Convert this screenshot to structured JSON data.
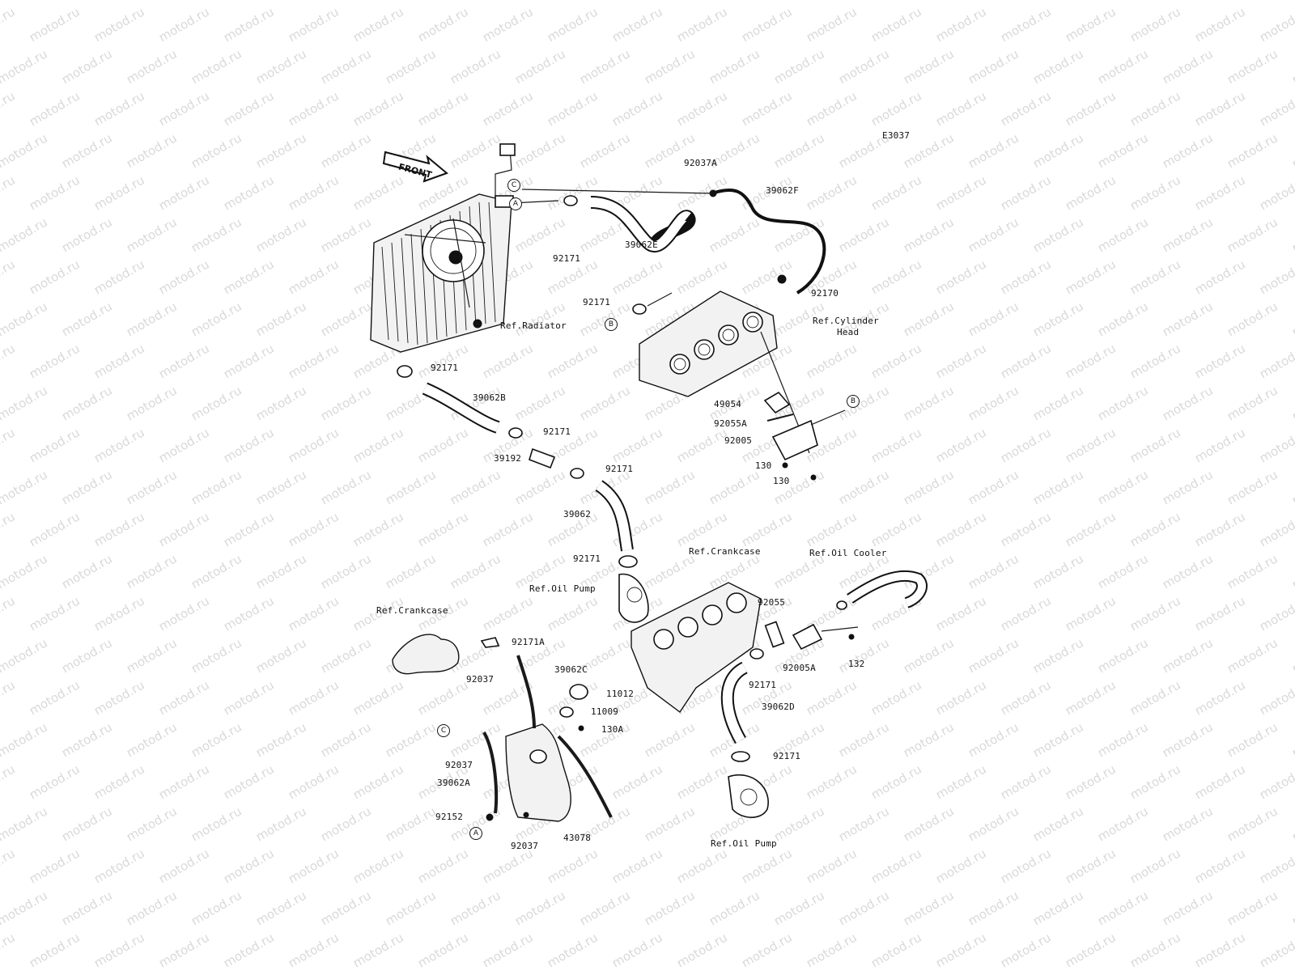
{
  "diagram_code": "E3037",
  "front_label": "FRONT",
  "watermark": "motod.ru",
  "circle_markers": {
    "a": "A",
    "b": "B",
    "c": "C"
  },
  "labels": {
    "p92037A": "92037A",
    "p39062F": "39062F",
    "p92171_top": "92171",
    "p39062E": "39062E",
    "p92171_mid": "92171",
    "p92170": "92170",
    "ref_radiator": "Ref.Radiator",
    "ref_cyl_head_1": "Ref.Cylinder",
    "ref_cyl_head_2": "Head",
    "p92171_rad": "92171",
    "p39062B": "39062B",
    "p92171_b": "92171",
    "p39192": "39192",
    "p92171_c": "92171",
    "p49054": "49054",
    "p92055A": "92055A",
    "p92005": "92005",
    "p130_1": "130",
    "p130_2": "130",
    "p39062": "39062",
    "p92171_d": "92171",
    "ref_oil_pump_top": "Ref.Oil Pump",
    "ref_crankcase_right": "Ref.Crankcase",
    "ref_oil_cooler": "Ref.Oil Cooler",
    "ref_crankcase_left": "Ref.Crankcase",
    "p92171A": "92171A",
    "p92055": "92055",
    "p39062C": "39062C",
    "p92037_1": "92037",
    "p11012": "11012",
    "p11009": "11009",
    "p130A": "130A",
    "p92037_2": "92037",
    "p39062A": "39062A",
    "p92152": "92152",
    "p92037_3": "92037",
    "p43078": "43078",
    "p92005A": "92005A",
    "p132": "132",
    "p92171_e": "92171",
    "p39062D": "39062D",
    "p92171_f": "92171",
    "ref_oil_pump_bottom": "Ref.Oil Pump"
  }
}
